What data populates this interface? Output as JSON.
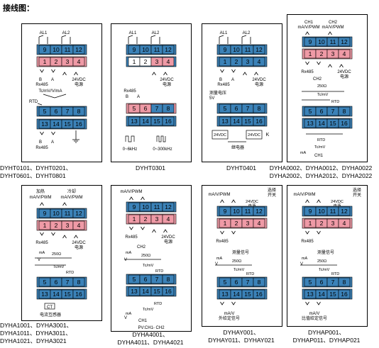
{
  "title": "接线图：",
  "panels": [
    {
      "labels": {
        "al1": "AL1",
        "al2": "AL2",
        "rx": "Rx485",
        "b": "B",
        "a": "A",
        "pwr": "24VDC\n电源",
        "tc": "Tc/mV/V/mA",
        "rtd": "RTD"
      },
      "rows": [
        [
          "9",
          "10",
          "11",
          "12"
        ],
        [
          "1",
          "2",
          "3",
          "4"
        ],
        [
          "5",
          "6",
          "7",
          "8"
        ],
        [
          "13",
          "14",
          "15",
          "16"
        ]
      ],
      "caption": [
        "DYHT0101、DYHT0201、",
        "DYHT0601、DYHT0801"
      ]
    },
    {
      "labels": {
        "al1": "AL1",
        "al2": "AL2",
        "rx": "Rx485",
        "b": "B",
        "a": "A",
        "pwr": "24VDC\n电源",
        "f1": "0~6kHz",
        "f2": "0~300kHz"
      },
      "rows": [
        [
          "9",
          "10",
          "11",
          "12"
        ],
        [
          "1",
          "2",
          "3",
          "4"
        ],
        [
          "5",
          "6",
          "7",
          "8"
        ],
        [
          "13",
          "14",
          "15",
          "16"
        ]
      ],
      "caption": [
        "DYHT0301"
      ]
    },
    {
      "labels": {
        "al1": "AL1",
        "al2": "AL2",
        "rx": "Rx485",
        "b": "B",
        "a": "A",
        "pwr": "24VDC\n电源",
        "meas": "测量电压\n5V",
        "dc1": "24VDC",
        "dc2": "24VDC",
        "k": "K",
        "sw": "继电器"
      },
      "rows": [
        [
          "9",
          "10",
          "11",
          "12"
        ],
        [
          "1",
          "2",
          "3",
          "4"
        ],
        [
          "5",
          "6",
          "7",
          "8"
        ],
        [
          "13",
          "14",
          "15",
          "16"
        ]
      ],
      "caption": [
        "DYHT0401"
      ]
    },
    {
      "labels": {
        "ch1": "CH1",
        "ch2": "CH2",
        "out": "mA/V/PWM",
        "rx": "Rx485",
        "pwr": "24VDC\n电源",
        "ch2b": "CH2",
        "ma": "mA",
        "v": "V",
        "r": "250Ω",
        "tc": "Tc/mV",
        "rtd": "RTD",
        "ch1b": "CH1"
      },
      "rows": [
        [
          "9",
          "10",
          "11",
          "12"
        ],
        [
          "1",
          "2",
          "3",
          "4"
        ],
        [
          "5",
          "6",
          "7",
          "8"
        ],
        [
          "13",
          "14",
          "15",
          "16"
        ]
      ],
      "caption": [
        "DYHA0002、DYHA0012、DYHA0022",
        "DYHA2002、DYHA2012、DYHA2022"
      ]
    },
    {
      "labels": {
        "heat": "加热",
        "cool": "冷却",
        "out": "mA/V/PWM",
        "rx": "Rx485",
        "pwr": "24VDC\n电源",
        "ma": "mA",
        "v": "V",
        "r": "250Ω",
        "tc": "Tc/mV",
        "rtd": "RTD",
        "ct": "CT",
        "ctl": "电流互感器"
      },
      "rows": [
        [
          "9",
          "10",
          "11",
          "12"
        ],
        [
          "1",
          "2",
          "3",
          "4"
        ],
        [
          "5",
          "6",
          "7",
          "8"
        ],
        [
          "13",
          "14",
          "15",
          "16"
        ]
      ],
      "caption": [
        "DYHA1001、DYHA3001、",
        "DYHA1011、DYHA3011、",
        "DYHA1021、DYHA3021"
      ]
    },
    {
      "labels": {
        "out": "mA/V/PWM",
        "rx": "Rx485",
        "pwr": "24VDC\n电源",
        "ch2": "CH2",
        "ma": "mA",
        "v": "V",
        "r": "250Ω",
        "tc": "Tc/mV",
        "rtd": "RTD",
        "ch1": "CH1",
        "pv": "PV:CH1- CH2"
      },
      "rows": [
        [
          "9",
          "10",
          "11",
          "12"
        ],
        [
          "1",
          "2",
          "3",
          "4"
        ],
        [
          "5",
          "6",
          "7",
          "8"
        ],
        [
          "13",
          "14",
          "15",
          "16"
        ]
      ],
      "caption": [
        "DYHA4001、",
        "DYHA4011、DYHA4021"
      ]
    },
    {
      "labels": {
        "out": "mA/V/PWM",
        "sw": "选择\n开关",
        "pwr": "24VDC\n电源",
        "rx": "Rx485",
        "meas": "测量信号",
        "ma": "mA",
        "v": "V",
        "r": "250Ω",
        "tc": "Tc/mV",
        "rtd": "RTD",
        "ext": "mA/V\n外给定信号"
      },
      "rows": [
        [
          "9",
          "10",
          "11",
          "12"
        ],
        [
          "1",
          "2",
          "3",
          "4"
        ],
        [
          "5",
          "6",
          "7",
          "8"
        ],
        [
          "13",
          "14",
          "15",
          "16"
        ]
      ],
      "caption": [
        "DYHAY001、",
        "DYHAY011、DYHAY021"
      ]
    },
    {
      "labels": {
        "out": "mA/V/PWM",
        "sw": "选择\n开关",
        "pwr": "24VDC\n电源",
        "rx": "Rx485",
        "meas": "测量信号",
        "ma": "mA",
        "v": "V",
        "r": "250Ω",
        "tc": "Tc/mV",
        "rtd": "RTD",
        "ext": "mA/V\n比值给定信号"
      },
      "rows": [
        [
          "9",
          "10",
          "11",
          "12"
        ],
        [
          "1",
          "2",
          "3",
          "4"
        ],
        [
          "5",
          "6",
          "7",
          "8"
        ],
        [
          "13",
          "14",
          "15",
          "16"
        ]
      ],
      "caption": [
        "DYHAP001、",
        "DYHAP011、DYHAP021"
      ]
    }
  ]
}
